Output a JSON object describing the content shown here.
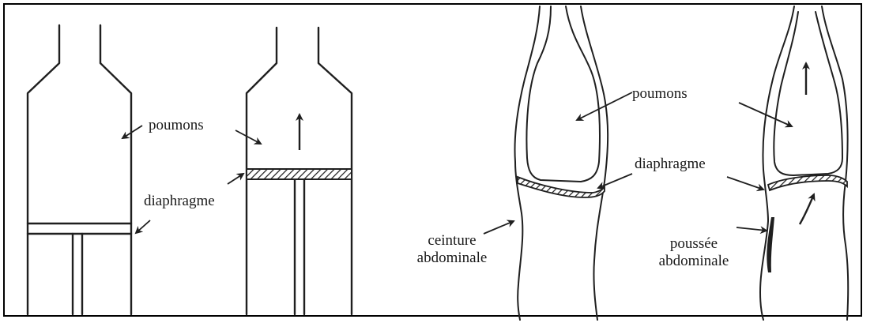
{
  "colors": {
    "ink": "#1f1f1f",
    "paper": "#ffffff",
    "border": "#000000"
  },
  "figure_left": {
    "label_lungs": "poumons",
    "label_diaphragm": "diaphragme"
  },
  "figure_right": {
    "label_lungs": "poumons",
    "label_diaphragm": "diaphragme",
    "label_belt_line1": "ceinture",
    "label_belt_line2": "abdominale",
    "label_push_line1": "poussée",
    "label_push_line2": "abdominale"
  }
}
